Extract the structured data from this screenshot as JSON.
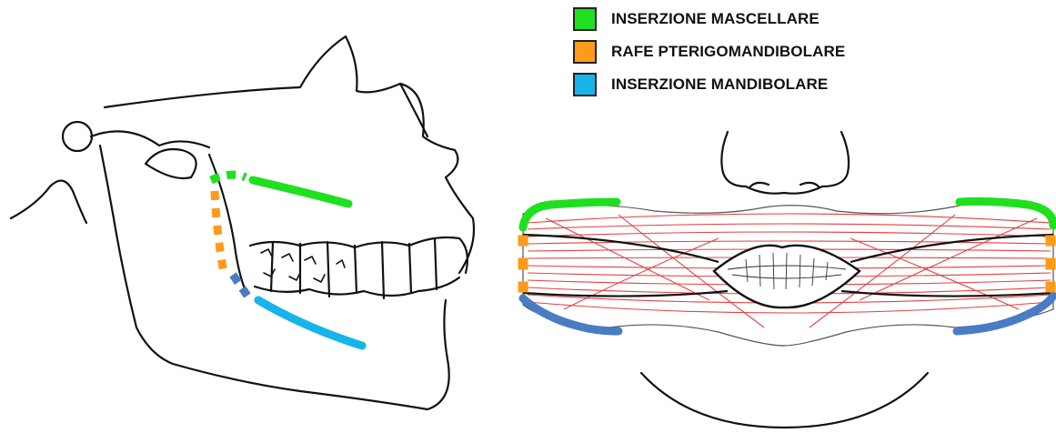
{
  "legend": {
    "items": [
      {
        "label": "INSERZIONE MASCELLARE",
        "color": "#1fe01f"
      },
      {
        "label": "RAFE PTERIGOMANDIBOLARE",
        "color": "#ff9a1a"
      },
      {
        "label": "INSERZIONE MANDIBOLARE",
        "color": "#16b4ea"
      }
    ]
  },
  "colors": {
    "outline": "#111111",
    "muscle_fibers": "#e02020",
    "mandibular_insertion_face": "#4a7cc4"
  }
}
